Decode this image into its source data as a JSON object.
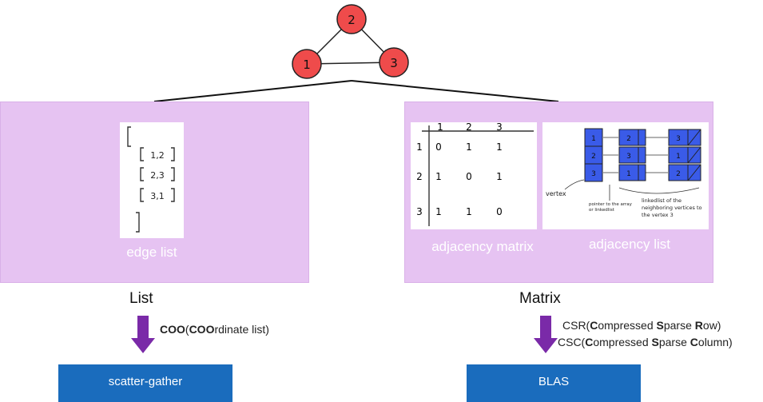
{
  "graph": {
    "nodes": [
      {
        "label": "2"
      },
      {
        "label": "1"
      },
      {
        "label": "3"
      }
    ],
    "node_color": "#ef4b4b"
  },
  "edge_list": {
    "bracket_items": [
      "1,2",
      "2,3",
      "3,1"
    ],
    "caption": "edge list"
  },
  "adjacency_matrix": {
    "col_headers": [
      "1",
      "2",
      "3"
    ],
    "row_headers": [
      "1",
      "2",
      "3"
    ],
    "rows": [
      [
        "0",
        "1",
        "1"
      ],
      [
        "1",
        "0",
        "1"
      ],
      [
        "1",
        "1",
        "0"
      ]
    ],
    "caption": "adjacency matrix"
  },
  "adjacency_list": {
    "vertices": [
      "1",
      "2",
      "3"
    ],
    "lists": [
      [
        "2",
        "3"
      ],
      [
        "3",
        "1"
      ],
      [
        "1",
        "2"
      ]
    ],
    "annotations": {
      "vertex": "vertex",
      "pointer": "pointer to the array or linkedlist",
      "linked": "linkedlist of the neighboring vertices to the vertex 3"
    },
    "node_color": "#3a5be8",
    "caption": "adjacency list"
  },
  "labels": {
    "list": "List",
    "matrix": "Matrix"
  },
  "formats": {
    "coo_bold": "COO",
    "coo_paren_bold": "COO",
    "coo_rest": "rdinate list)",
    "csr_c": "C",
    "csr_r1": "ompressed ",
    "csr_s": "S",
    "csr_r2": "parse ",
    "csr_row": "R",
    "csr_r3": "ow)",
    "csc_c": "C",
    "csc_r1": "ompressed ",
    "csc_s": "S",
    "csc_r2": "parse ",
    "csc_col": "C",
    "csc_r3": "olumn)",
    "csr_prefix": "CSR(",
    "csc_prefix": "CSC(",
    "coo_prefix": "(",
    "arrow_color": "#7a2aa8"
  },
  "targets": {
    "left": "scatter-gather",
    "right": "BLAS",
    "color": "#1a6cbd"
  },
  "colors": {
    "panel": "#e6c3f2"
  }
}
